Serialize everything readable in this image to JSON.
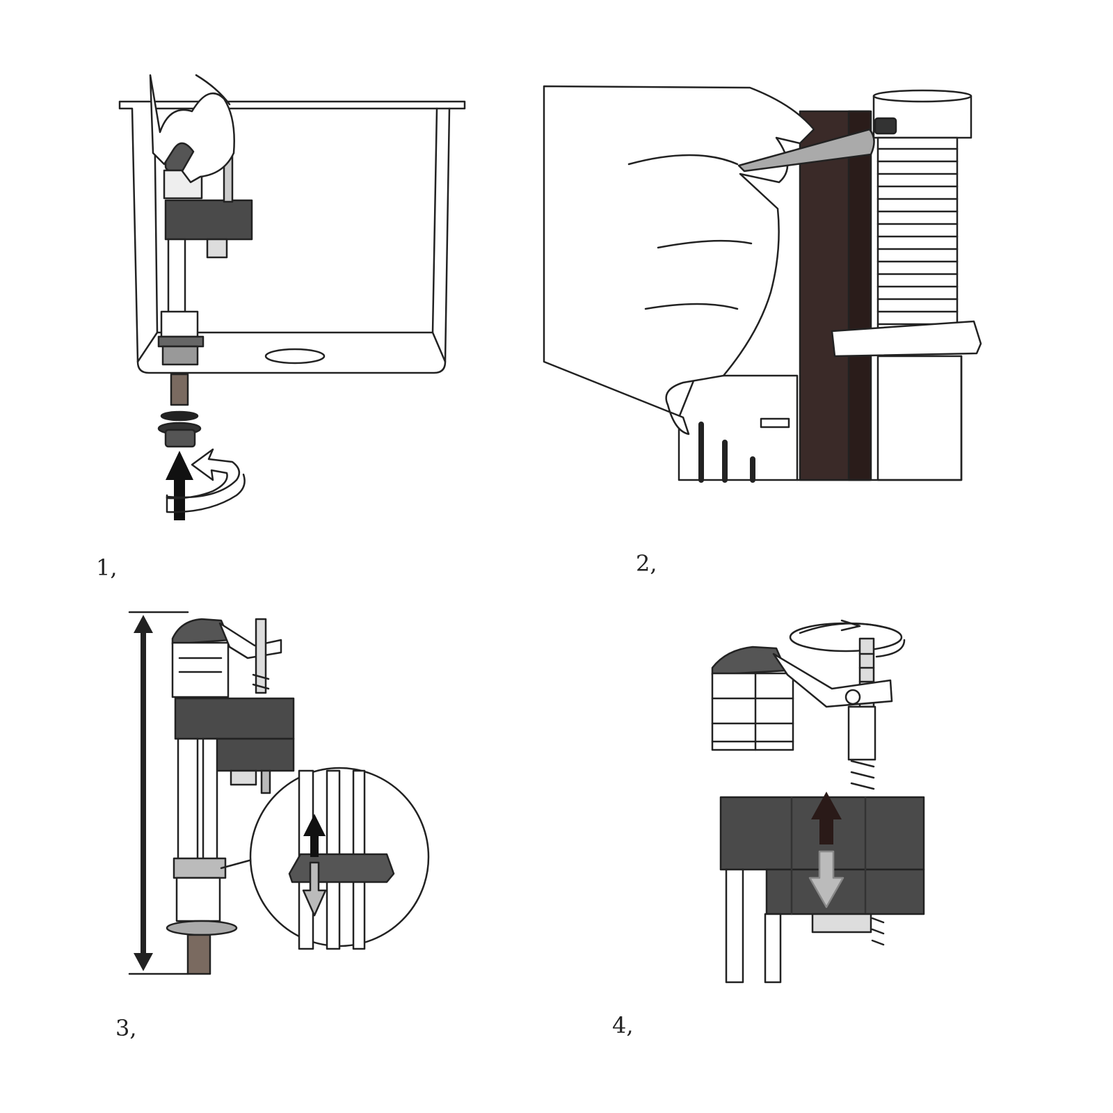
{
  "steps": [
    {
      "number_label": "1,"
    },
    {
      "number_label": "2,"
    },
    {
      "number_label": "3,"
    },
    {
      "number_label": "4,"
    }
  ],
  "colors": {
    "outline": "#222222",
    "dark_gray": "#4a4a4a",
    "mid_gray": "#8a8a8a",
    "light_gray": "#d8d8d8",
    "brown_dark": "#3a2a28",
    "arrow_black": "#1a1a1a",
    "arrow_gray": "#bdbdbd"
  }
}
